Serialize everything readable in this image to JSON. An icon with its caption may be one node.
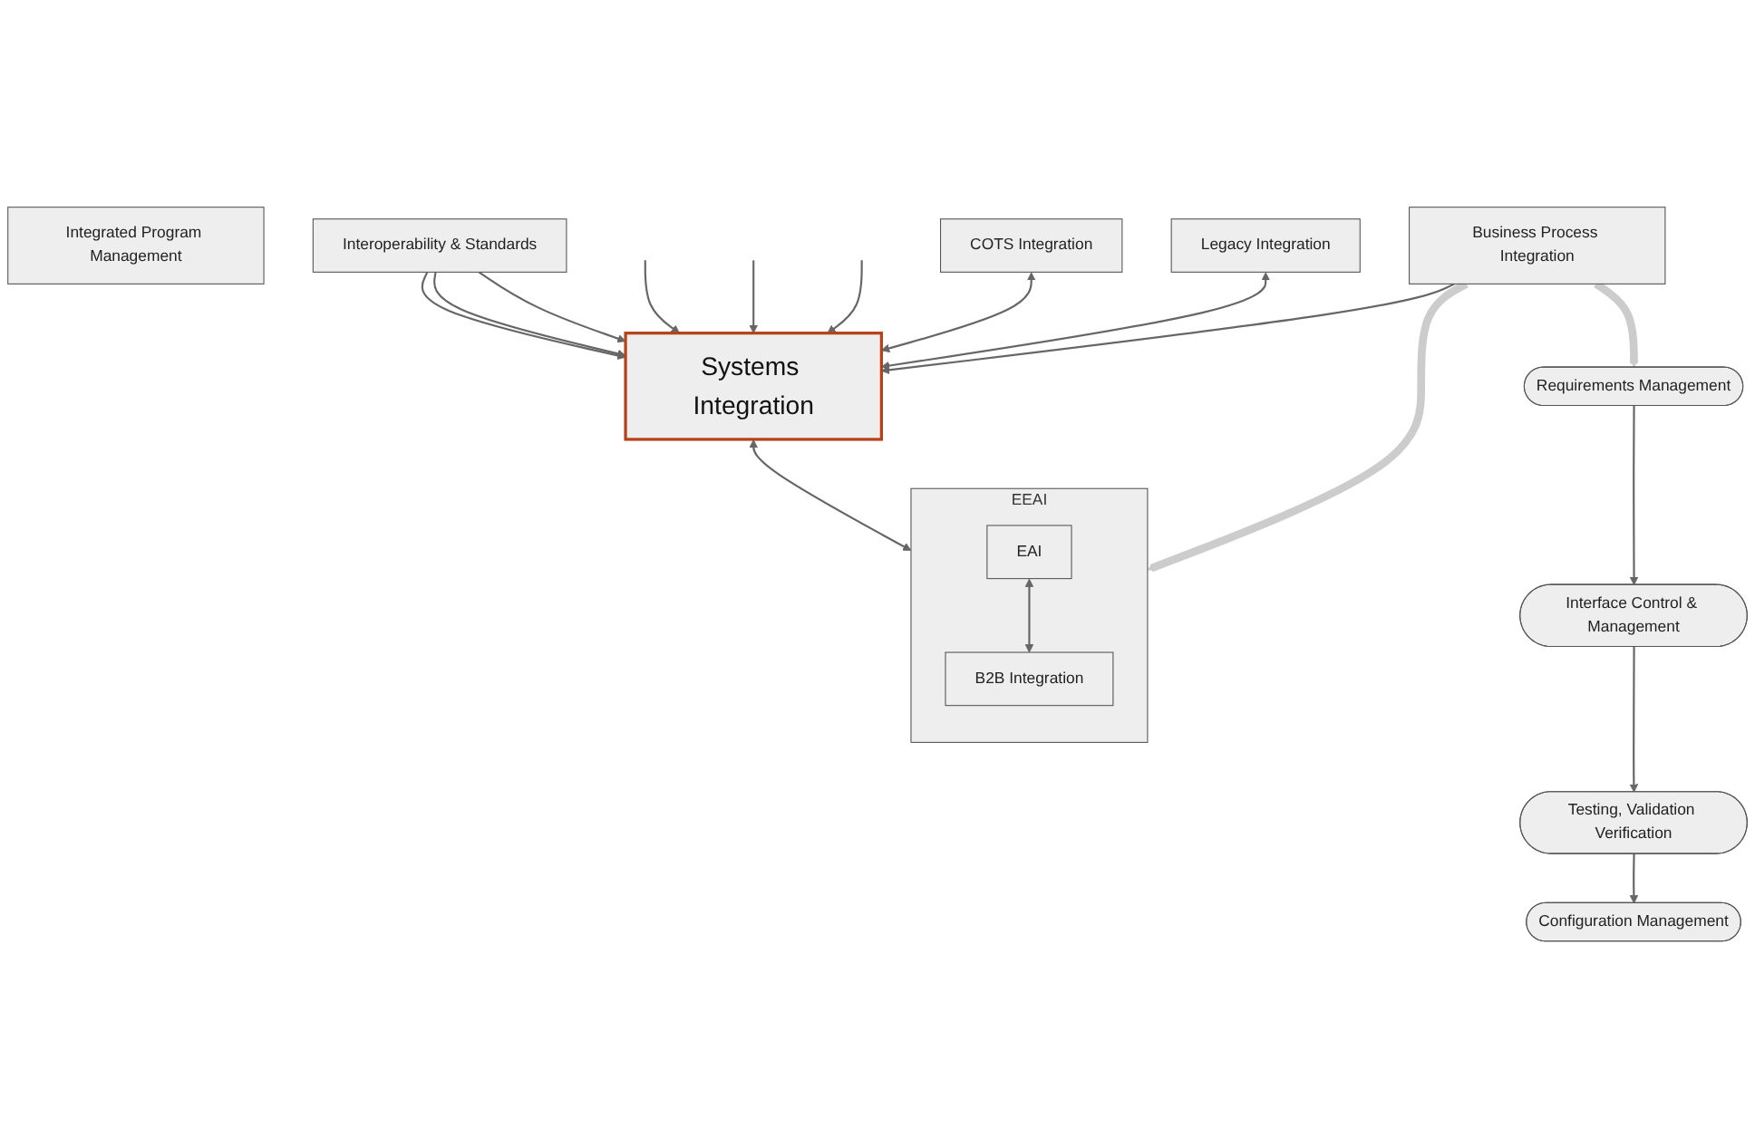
{
  "diagram": {
    "nodes": [
      {
        "text": [
          "Integrated Program Management"
        ]
      },
      {
        "text": [
          "Business Process Integration"
        ]
      },
      {
        "text": [
          "Requirements Management"
        ]
      },
      {
        "text": [
          "Interface Control & Management"
        ]
      },
      {
        "text": [
          "Testing, Validation Verification"
        ]
      },
      {
        "text": [
          "Configuration Management"
        ]
      },
      {
        "text": [
          "Legacy Integration"
        ]
      },
      {
        "text": [
          "COTS Integration"
        ]
      },
      {
        "text": [
          "Systems Integration"
        ]
      },
      {
        "text": [
          "EEAI"
        ]
      },
      {
        "text": [
          "EAI"
        ],
        "in": 9
      },
      {
        "text": [
          "B2B Integration"
        ],
        "in": 9
      },
      {
        "text": [
          "Interoperability & Standards"
        ]
      }
    ],
    "edges": [
      {
        "from": 1,
        "to": 2,
        "arrow": "to",
        "style": "thick",
        "color": "#cccccc"
      },
      {
        "from": 1,
        "to": 9,
        "arrow": "to",
        "style": "thick",
        "color": "#cccccc"
      },
      {
        "from": 1,
        "to": 8,
        "arrow": "to"
      },
      {
        "from": 2,
        "to": 3,
        "arrow": "to"
      },
      {
        "from": 3,
        "to": 4,
        "arrow": "to"
      },
      {
        "from": 4,
        "to": 5,
        "arrow": "to"
      },
      {
        "from": 6,
        "to": 8,
        "arrow": "both"
      },
      {
        "from": 7,
        "to": 8,
        "arrow": "both"
      },
      {
        "from": null,
        "to": 8,
        "arrow": "to"
      },
      {
        "from": null,
        "to": 8,
        "arrow": "to"
      },
      {
        "from": null,
        "to": 8,
        "arrow": "to"
      },
      {
        "from": 8,
        "to": 9,
        "arrow": "both"
      },
      {
        "from": 10,
        "to": 11,
        "arrow": "both"
      },
      {
        "from": 12,
        "to": 8,
        "arrow": "to"
      },
      {
        "from": 12,
        "to": 8,
        "arrow": "to"
      },
      {
        "from": 12,
        "to": 8,
        "arrow": "to"
      }
    ]
  }
}
